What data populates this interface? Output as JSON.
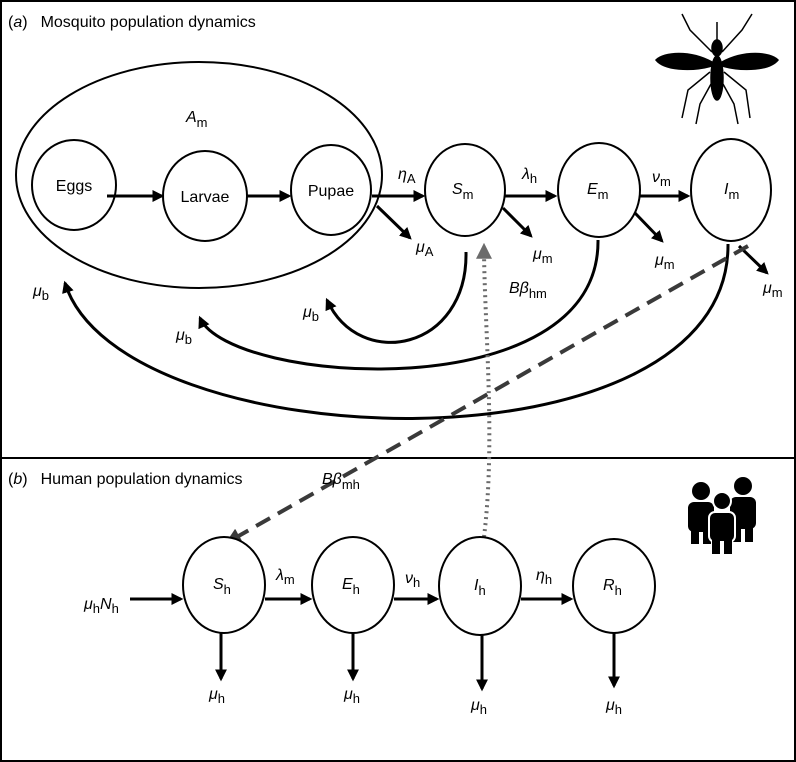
{
  "panel_a": {
    "tag": "(a)",
    "tag_letter": "a",
    "title": "Mosquito population dynamics",
    "group": {
      "sym": "A",
      "sub": "m"
    },
    "nodes": {
      "eggs": "Eggs",
      "larvae": "Larvae",
      "pupae": "Pupae",
      "sm": {
        "sym": "S",
        "sub": "m"
      },
      "em": {
        "sym": "E",
        "sub": "m"
      },
      "im": {
        "sym": "I",
        "sub": "m"
      }
    },
    "rates": {
      "eta_a": {
        "sym": "η",
        "sub": "A"
      },
      "mu_a": {
        "sym": "μ",
        "sub": "A"
      },
      "lambda_h": {
        "sym": "λ",
        "sub": "h"
      },
      "nu_m": {
        "sym": "ν",
        "sub": "m"
      },
      "mu_m": {
        "sym": "μ",
        "sub": "m"
      },
      "mu_b": {
        "sym": "μ",
        "sub": "b"
      },
      "b_beta_hm": {
        "sym1": "B",
        "sym2": "β",
        "sub": "hm"
      }
    }
  },
  "panel_b": {
    "tag": "(b)",
    "tag_letter": "b",
    "title": "Human population dynamics",
    "nodes": {
      "sh": {
        "sym": "S",
        "sub": "h"
      },
      "eh": {
        "sym": "E",
        "sub": "h"
      },
      "ih": {
        "sym": "I",
        "sub": "h"
      },
      "rh": {
        "sym": "R",
        "sub": "h"
      }
    },
    "rates": {
      "b_beta_mh": {
        "sym1": "B",
        "sym2": "β",
        "sub": "mh"
      },
      "lambda_m": {
        "sym": "λ",
        "sub": "m"
      },
      "nu_h": {
        "sym": "ν",
        "sub": "h"
      },
      "eta_h": {
        "sym": "η",
        "sub": "h"
      },
      "mu_h": {
        "sym": "μ",
        "sub": "h"
      },
      "birth": {
        "sym1": "μ",
        "sub1": "h",
        "sym2": "N",
        "sub2": "h"
      }
    }
  },
  "colors": {
    "stroke": "#000000",
    "dashed": "#3a3a3a",
    "dotted": "#6b6b6b",
    "background": "#ffffff"
  },
  "icons": {
    "mosquito": "mosquito-icon",
    "humans": "people-group-icon"
  }
}
